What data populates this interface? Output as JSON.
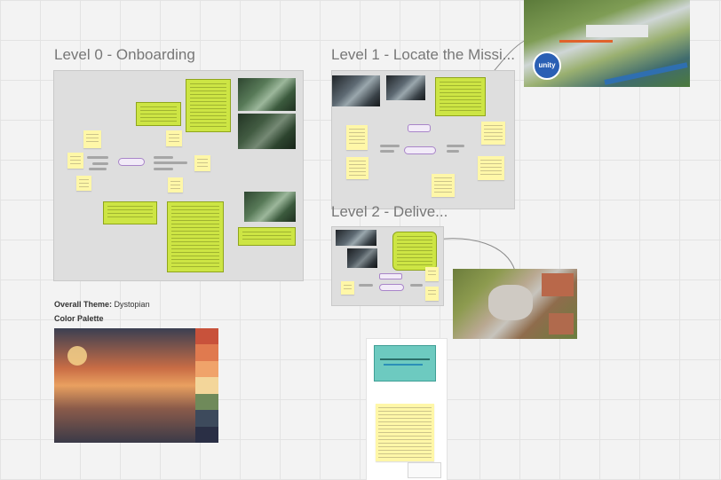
{
  "board": {
    "level0_title": "Level 0 - Onboarding",
    "level1_title": "Level 1 - Locate the Missi...",
    "level2_title": "Level 2 - Delive...",
    "theme_label": "Overall Theme:",
    "theme_value": "Dystopian",
    "palette_label": "Color Palette",
    "unity_badge": "unity"
  },
  "palette_swatches": [
    "#c8523b",
    "#e07a4f",
    "#f0a36a",
    "#f3d69a",
    "#6f8a5a",
    "#3d4a5c",
    "#2a2f45"
  ],
  "colors": {
    "canvas": "#f3f3f3",
    "frame": "#dedede",
    "card": "#cde544",
    "sticky": "#fff7a8",
    "teal_card": "#6dcac0",
    "flow_pill": "#a985c9"
  }
}
